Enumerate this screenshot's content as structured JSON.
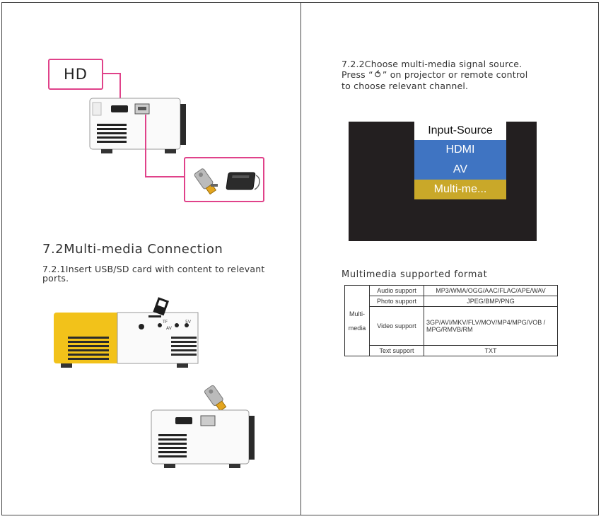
{
  "left": {
    "hd_label": "HD",
    "section_title": "7.2Multi-media Connection",
    "step_text": "7.2.1Insert USB/SD card with content to relevant ports.",
    "port_labels": {
      "tf": "TF",
      "av": "AV",
      "dc": "5V"
    }
  },
  "right": {
    "choose_line1": "7.2.2Choose multi-media signal source.",
    "choose_line2_pre": "Press “",
    "choose_key": "⥀",
    "choose_line2_post": "” on projector or remote control",
    "choose_line3": "to choose relevant channel.",
    "menu": {
      "title": "Input-Source",
      "items": [
        "HDMI",
        "AV",
        "Multi-me..."
      ]
    },
    "formats_title": "Multimedia supported format",
    "table": {
      "category_line1": "Multi-",
      "category_line2": "media",
      "rows": [
        {
          "label": "Audio support",
          "value": "MP3/WMA/OGG/AAC/FLAC/APE/WAV"
        },
        {
          "label": "Photo support",
          "value": "JPEG/BMP/PNG"
        },
        {
          "label": "Video support",
          "value": "3GP/AVI/MKV/FLV/MOV/MP4/MPG/VOB / MPG/RMVB/RM"
        },
        {
          "label": "Text support",
          "value": "TXT"
        }
      ]
    }
  },
  "colors": {
    "callout_border": "#e0428a",
    "menu_blue": "#3f74c2",
    "menu_gold": "#c9a829",
    "screen_bg": "#231f20",
    "projector_yellow": "#f2c21a"
  }
}
